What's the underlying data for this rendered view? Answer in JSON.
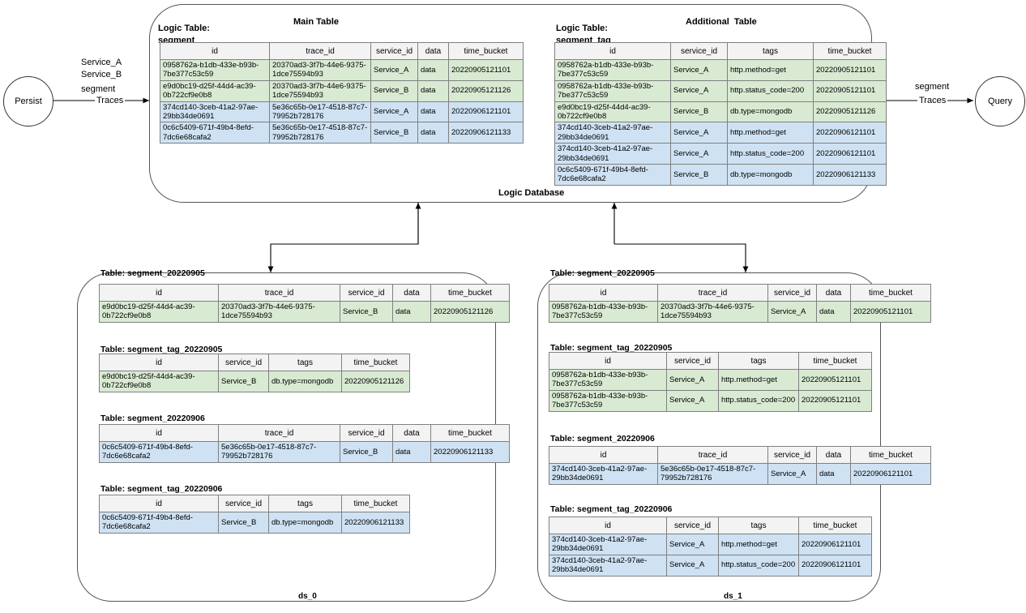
{
  "diagram": {
    "title_main_table": "Main Table",
    "title_additional_table": "Additional  Table",
    "logic_database_label": "Logic Database",
    "persist_node": "Persist",
    "query_node": "Query",
    "left_edge_services": "Service_A\nService_B",
    "left_edge_segment": "segment",
    "left_edge_traces": "Traces",
    "right_edge_segment": "segment",
    "right_edge_traces": "Traces",
    "ds0_caption": "ds_0",
    "ds1_caption": "ds_1"
  },
  "logic_db": {
    "main": {
      "caption": "Logic Table:\nsegment",
      "columns": [
        "id",
        "trace_id",
        "service_id",
        "data",
        "time_bucket"
      ],
      "rows": [
        {
          "shade": "green",
          "cells": [
            "0958762a-b1db-433e-b93b-7be377c53c59",
            "20370ad3-3f7b-44e6-9375-1dce75594b93",
            "Service_A",
            "data",
            "20220905121101"
          ]
        },
        {
          "shade": "green",
          "cells": [
            "e9d0bc19-d25f-44d4-ac39-0b722cf9e0b8",
            "20370ad3-3f7b-44e6-9375-1dce75594b93",
            "Service_B",
            "data",
            "20220905121126"
          ]
        },
        {
          "shade": "blue",
          "cells": [
            "374cd140-3ceb-41a2-97ae-29bb34de0691",
            "5e36c65b-0e17-4518-87c7-79952b728176",
            "Service_A",
            "data",
            "20220906121101"
          ]
        },
        {
          "shade": "blue",
          "cells": [
            "0c6c5409-671f-49b4-8efd-7dc6e68cafa2",
            "5e36c65b-0e17-4518-87c7-79952b728176",
            "Service_B",
            "data",
            "20220906121133"
          ]
        }
      ]
    },
    "additional": {
      "caption": "Logic Table:\nsegment_tag",
      "columns": [
        "id",
        "service_id",
        "tags",
        "time_bucket"
      ],
      "rows": [
        {
          "shade": "green",
          "cells": [
            "0958762a-b1db-433e-b93b-7be377c53c59",
            "Service_A",
            "http.method=get",
            "20220905121101"
          ]
        },
        {
          "shade": "green",
          "cells": [
            "0958762a-b1db-433e-b93b-7be377c53c59",
            "Service_A",
            "http.status_code=200",
            "20220905121101"
          ]
        },
        {
          "shade": "green",
          "cells": [
            "e9d0bc19-d25f-44d4-ac39-0b722cf9e0b8",
            "Service_B",
            "db.type=mongodb",
            "20220905121126"
          ]
        },
        {
          "shade": "blue",
          "cells": [
            "374cd140-3ceb-41a2-97ae-29bb34de0691",
            "Service_A",
            "http.method=get",
            "20220906121101"
          ]
        },
        {
          "shade": "blue",
          "cells": [
            "374cd140-3ceb-41a2-97ae-29bb34de0691",
            "Service_A",
            "http.status_code=200",
            "20220906121101"
          ]
        },
        {
          "shade": "blue",
          "cells": [
            "0c6c5409-671f-49b4-8efd-7dc6e68cafa2",
            "Service_B",
            "db.type=mongodb",
            "20220906121133"
          ]
        }
      ]
    }
  },
  "ds0": {
    "t1": {
      "title": "Table: segment_20220905",
      "columns": [
        "id",
        "trace_id",
        "service_id",
        "data",
        "time_bucket"
      ],
      "rows": [
        {
          "shade": "green",
          "cells": [
            "e9d0bc19-d25f-44d4-ac39-0b722cf9e0b8",
            "20370ad3-3f7b-44e6-9375-1dce75594b93",
            "Service_B",
            "data",
            "20220905121126"
          ]
        }
      ]
    },
    "t2": {
      "title": "Table: segment_tag_20220905",
      "columns": [
        "id",
        "service_id",
        "tags",
        "time_bucket"
      ],
      "rows": [
        {
          "shade": "green",
          "cells": [
            "e9d0bc19-d25f-44d4-ac39-0b722cf9e0b8",
            "Service_B",
            "db.type=mongodb",
            "20220905121126"
          ]
        }
      ]
    },
    "t3": {
      "title": "Table: segment_20220906",
      "columns": [
        "id",
        "trace_id",
        "service_id",
        "data",
        "time_bucket"
      ],
      "rows": [
        {
          "shade": "blue",
          "cells": [
            "0c6c5409-671f-49b4-8efd-7dc6e68cafa2",
            "5e36c65b-0e17-4518-87c7-79952b728176",
            "Service_B",
            "data",
            "20220906121133"
          ]
        }
      ]
    },
    "t4": {
      "title": "Table: segment_tag_20220906",
      "columns": [
        "id",
        "service_id",
        "tags",
        "time_bucket"
      ],
      "rows": [
        {
          "shade": "blue",
          "cells": [
            "0c6c5409-671f-49b4-8efd-7dc6e68cafa2",
            "Service_B",
            "db.type=mongodb",
            "20220906121133"
          ]
        }
      ]
    }
  },
  "ds1": {
    "t1": {
      "title": "Table: segment_20220905",
      "columns": [
        "id",
        "trace_id",
        "service_id",
        "data",
        "time_bucket"
      ],
      "rows": [
        {
          "shade": "green",
          "cells": [
            "0958762a-b1db-433e-b93b-7be377c53c59",
            "20370ad3-3f7b-44e6-9375-1dce75594b93",
            "Service_A",
            "data",
            "20220905121101"
          ]
        }
      ]
    },
    "t2": {
      "title": "Table: segment_tag_20220905",
      "columns": [
        "id",
        "service_id",
        "tags",
        "time_bucket"
      ],
      "rows": [
        {
          "shade": "green",
          "cells": [
            "0958762a-b1db-433e-b93b-7be377c53c59",
            "Service_A",
            "http.method=get",
            "20220905121101"
          ]
        },
        {
          "shade": "green",
          "cells": [
            "0958762a-b1db-433e-b93b-7be377c53c59",
            "Service_A",
            "http.status_code=200",
            "20220905121101"
          ]
        }
      ]
    },
    "t3": {
      "title": "Table: segment_20220906",
      "columns": [
        "id",
        "trace_id",
        "service_id",
        "data",
        "time_bucket"
      ],
      "rows": [
        {
          "shade": "blue",
          "cells": [
            "374cd140-3ceb-41a2-97ae-29bb34de0691",
            "5e36c65b-0e17-4518-87c7-79952b728176",
            "Service_A",
            "data",
            "20220906121101"
          ]
        }
      ]
    },
    "t4": {
      "title": "Table: segment_tag_20220906",
      "columns": [
        "id",
        "service_id",
        "tags",
        "time_bucket"
      ],
      "rows": [
        {
          "shade": "blue",
          "cells": [
            "374cd140-3ceb-41a2-97ae-29bb34de0691",
            "Service_A",
            "http.method=get",
            "20220906121101"
          ]
        },
        {
          "shade": "blue",
          "cells": [
            "374cd140-3ceb-41a2-97ae-29bb34de0691",
            "Service_A",
            "http.status_code=200",
            "20220906121101"
          ]
        }
      ]
    }
  },
  "colors": {
    "green": "#d9ead3",
    "blue": "#cfe2f3",
    "header": "#f3f3f3",
    "border": "#808080",
    "box_border": "#555555"
  }
}
